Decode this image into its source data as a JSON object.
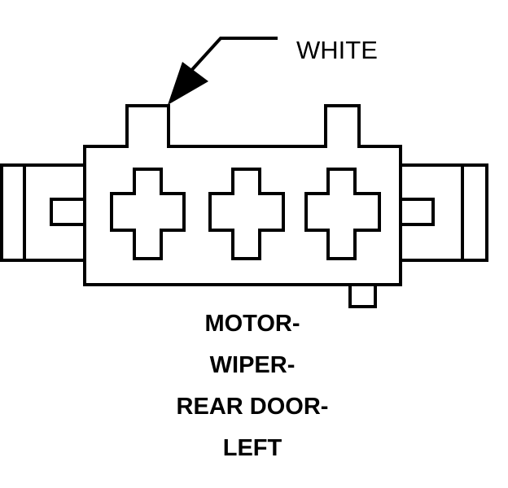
{
  "diagram": {
    "callout_label": "WHITE",
    "title_lines": [
      "MOTOR-",
      "WIPER-",
      "REAR DOOR-",
      "LEFT"
    ],
    "terminal_count": 3
  },
  "colors": {
    "stroke": "#000000",
    "background": "#ffffff"
  }
}
